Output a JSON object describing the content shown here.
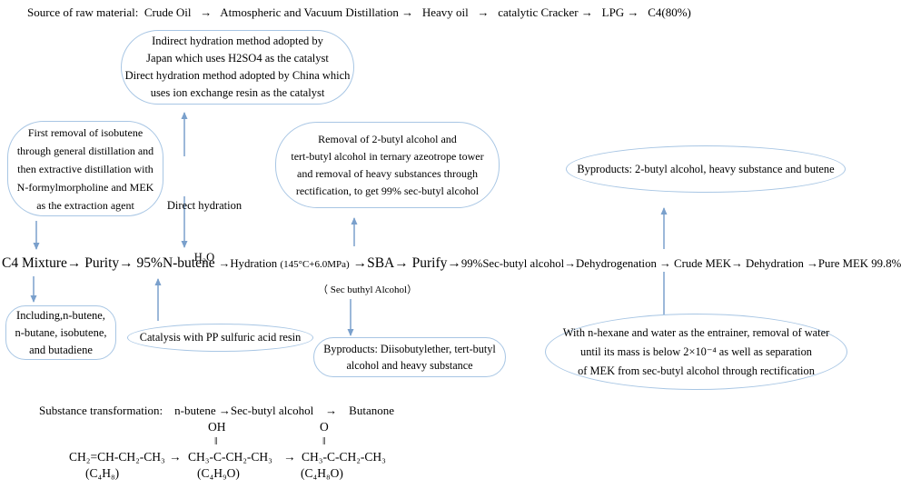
{
  "colors": {
    "bubble_border": "#a8c6e4",
    "arrow": "#7aa0cc",
    "text": "#000000"
  },
  "header": {
    "source_line": "Source of raw material:  Crude Oil   →   Atmospheric and Vacuum Distillation →   Heavy oil   →   catalytic Cracker →   LPG →   C4(80%)"
  },
  "bubbles": {
    "hydration_methods": {
      "lines": [
        "Indirect hydration method adopted by",
        "Japan which uses H2SO4 as the catalyst",
        "Direct hydration method adopted by China which",
        "uses ion exchange resin as the catalyst"
      ]
    },
    "isobutene_removal": {
      "lines": [
        "First removal of isobutene",
        "through general distillation and",
        "then extractive distillation with",
        "N-formylmorpholine and MEK",
        "as the extraction agent"
      ]
    },
    "azeotrope_purification": {
      "lines": [
        "Removal of 2-butyl alcohol and",
        "tert-butyl alcohol in ternary azeotrope tower",
        "and removal of heavy substances through",
        "rectification,  to get 99% sec-butyl alcohol"
      ]
    },
    "byproducts_butene": {
      "lines": [
        "Byproducts: 2-butyl alcohol,  heavy substance and butene"
      ]
    },
    "c4_components": {
      "lines": [
        "Including,n-butene,",
        "n-butane, isobutene,",
        "and butadiene"
      ]
    },
    "catalysis": {
      "lines": [
        "Catalysis with PP sulfuric acid resin"
      ]
    },
    "byproducts_ether": {
      "lines": [
        "Byproducts: Diisobutylether, tert-butyl",
        "alcohol and heavy substance"
      ]
    },
    "entrainer": {
      "lines": [
        "With n-hexane and water as the entrainer,  removal of water",
        "until its mass is below 2×10⁻⁴ as well as separation",
        "of MEK from sec-butyl alcohol  through rectification"
      ]
    }
  },
  "labels": {
    "direct_hydration_line1": "Direct hydration",
    "direct_hydration_line2": "H₂O",
    "sba_note": "（ Sec buthyl Alcohol）"
  },
  "main_flow": {
    "part1": "C4 Mixture→ Purity→ 95%N-butene ",
    "part2": "→Hydration ",
    "part3": "(145°C+6.0MPa)",
    "part4": " →SBA→ Purify→",
    "part5": "99%Sec-butyl alcohol→Dehydrogenation → Crude MEK→ Dehydration →Pure MEK 99.8%"
  },
  "transformation": {
    "label": "Substance transformation:",
    "content": "    n-butene →Sec-butyl alcohol    →    Butanone"
  },
  "chemistry": {
    "oh": "OH",
    "o": "O",
    "double_bond": "‖",
    "arrow1": "→",
    "arrow2": "→",
    "formula_butene": "CH₂=CH-CH₂-CH₃",
    "formula_sba": "CH₃-C-CH₂-CH₃",
    "formula_butanone": "CH₃-C-CH₂-CH₃",
    "caption_butene": "(C₄H₈)",
    "caption_sba": "(C₄H₉O)",
    "caption_butanone": "(C₄H₈O)"
  }
}
